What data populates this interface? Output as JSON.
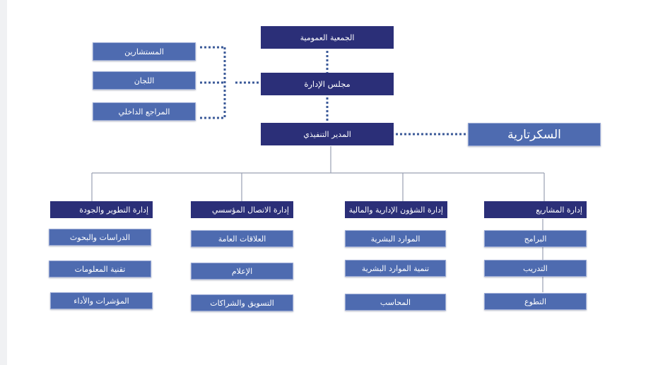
{
  "org": {
    "general_assembly": "الجمعية العمومية",
    "board": "مجلس الإدارة",
    "executive_director": "المدير التنفيذي",
    "secretariat": "السكرتارية",
    "board_support": [
      "المستشارين",
      "اللجان",
      "المراجع الداخلي"
    ],
    "departments": [
      {
        "name": "إدارة المشاريع",
        "units": [
          "البرامج",
          "التدريب",
          "التطوع"
        ]
      },
      {
        "name": "إدارة الشؤون الإدارية والمالية",
        "units": [
          "الموارد البشرية",
          "تنمية الموارد البشرية",
          "المحاسب"
        ]
      },
      {
        "name": "إدارة الاتصال المؤسسي",
        "units": [
          "العلاقات العامة",
          "الإعلام",
          "التسويق والشراكات"
        ]
      },
      {
        "name": "إدارة التطوير والجودة",
        "units": [
          "الدراسات والبحوث",
          "تقنية المعلومات",
          "المؤشرات والأداء"
        ]
      }
    ]
  },
  "colors": {
    "dark_box": "#2b2f78",
    "light_box": "#4e6bb0",
    "connector": "#3b5a98",
    "tree_line": "#9aa0b2"
  }
}
